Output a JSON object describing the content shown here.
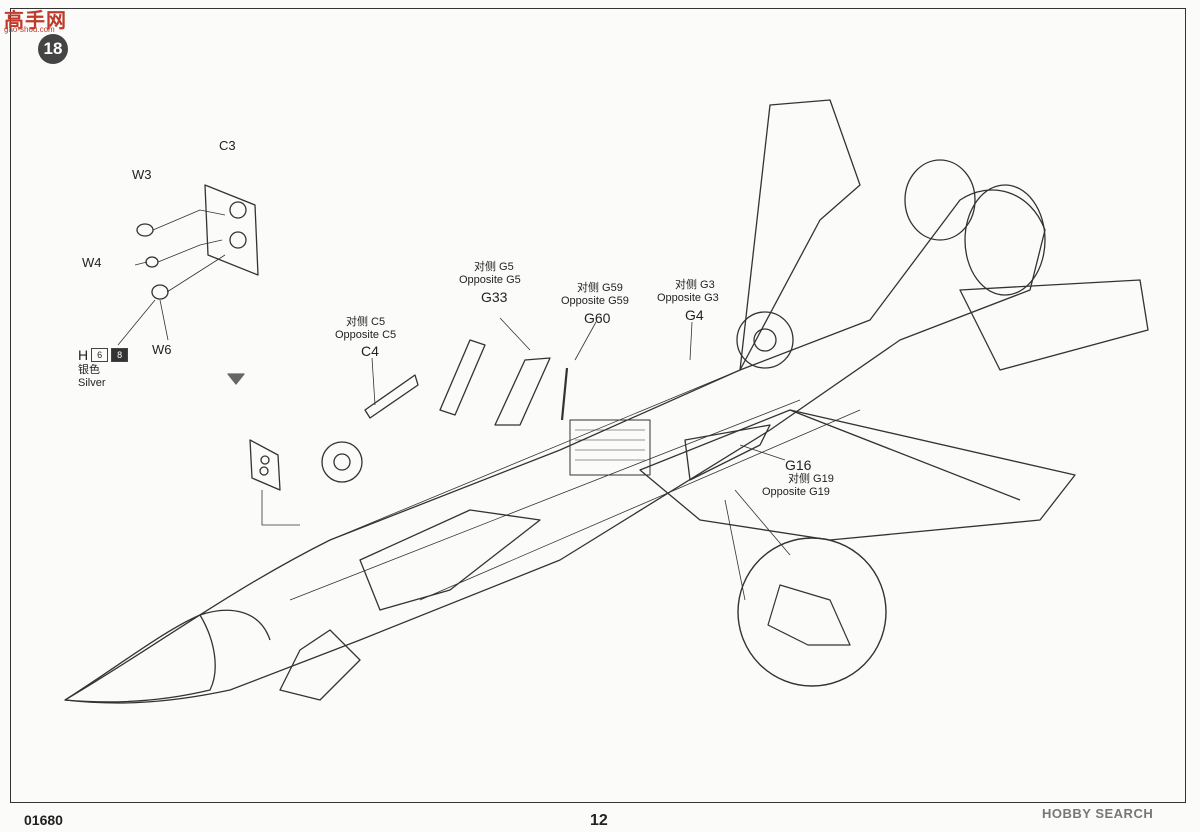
{
  "header": {
    "logo_text": "高手网",
    "logo_sub": "gao-shou.com",
    "step_number": "18"
  },
  "footer": {
    "kit_code": "01680",
    "page_number": "12",
    "watermark": "HOBBY SEARCH"
  },
  "paint": {
    "code_letter": "H",
    "box_a": "6",
    "box_b": "8",
    "name_cn": "银色",
    "name_en": "Silver"
  },
  "parts": {
    "c3": "C3",
    "w3": "W3",
    "w4": "W4",
    "w6": "W6",
    "c4": {
      "opp_cn": "对侧 C5",
      "opp_en": "Opposite  C5",
      "part": "C4"
    },
    "g33": {
      "opp_cn": "对侧 G5",
      "opp_en": "Opposite  G5",
      "part": "G33"
    },
    "g60": {
      "opp_cn": "对侧 G59",
      "opp_en": "Opposite  G59",
      "part": "G60"
    },
    "g4": {
      "opp_cn": "对侧 G3",
      "opp_en": "Opposite  G3",
      "part": "G4"
    },
    "g16": {
      "part": "G16",
      "opp_cn": "对侧 G19",
      "opp_en": "Opposite  G19"
    }
  },
  "colors": {
    "line": "#333333",
    "accent_logo": "#c0392b"
  }
}
